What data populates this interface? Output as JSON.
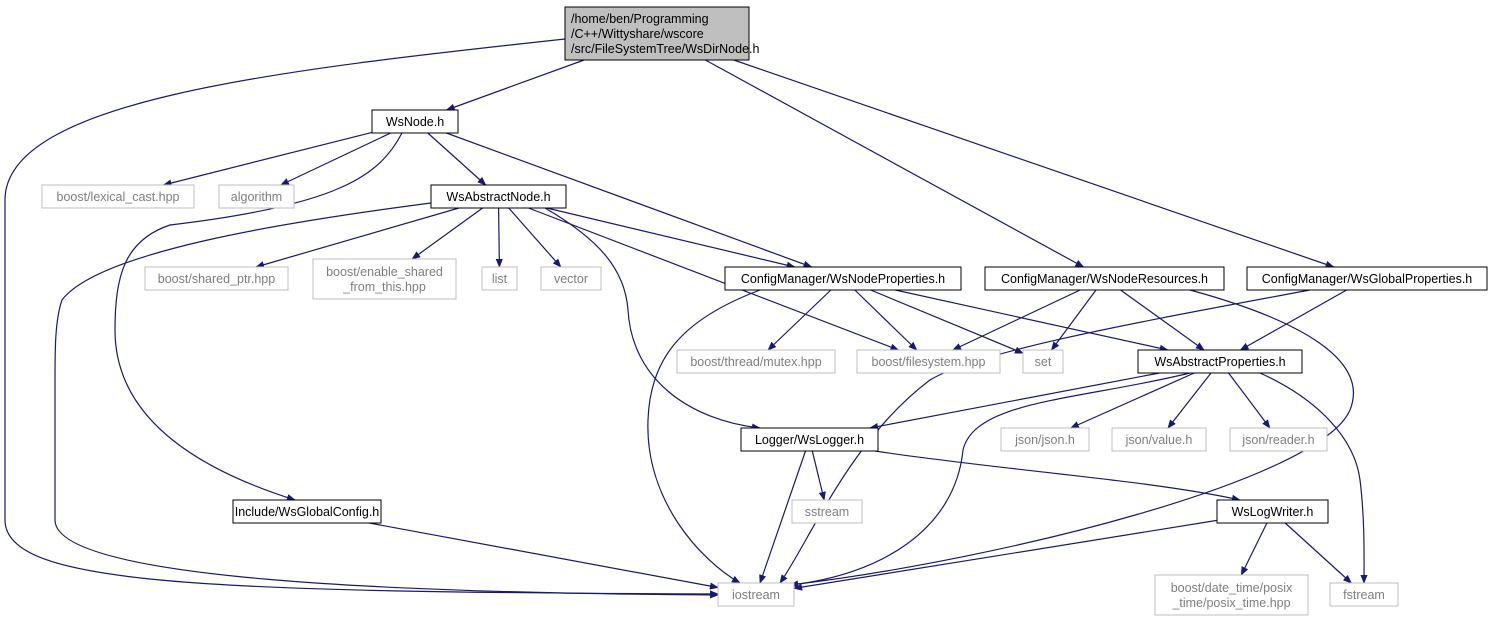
{
  "colors": {
    "edge": "#191970",
    "root_fill": "#bfbfbf",
    "root_stroke": "#000000",
    "doc_stroke": "#000000",
    "sys_stroke": "#bfbfbf",
    "text_main": "#000000",
    "text_sys": "#7f7f7f"
  },
  "nodes": [
    {
      "id": "root",
      "kind": "root",
      "lines": [
        "/home/ben/Programming",
        "/C++/Wittyshare/wscore",
        "/src/FileSystemTree/WsDirNode.h"
      ]
    },
    {
      "id": "wsnode",
      "kind": "doc",
      "lines": [
        "WsNode.h"
      ]
    },
    {
      "id": "lexcast",
      "kind": "sys",
      "lines": [
        "boost/lexical_cast.hpp"
      ]
    },
    {
      "id": "algorithm",
      "kind": "sys",
      "lines": [
        "algorithm"
      ]
    },
    {
      "id": "absnode",
      "kind": "doc",
      "lines": [
        "WsAbstractNode.h"
      ]
    },
    {
      "id": "sharedptr",
      "kind": "sys",
      "lines": [
        "boost/shared_ptr.hpp"
      ]
    },
    {
      "id": "enableshared",
      "kind": "sys",
      "lines": [
        "boost/enable_shared",
        "_from_this.hpp"
      ]
    },
    {
      "id": "list",
      "kind": "sys",
      "lines": [
        "list"
      ]
    },
    {
      "id": "vector",
      "kind": "sys",
      "lines": [
        "vector"
      ]
    },
    {
      "id": "nodeprops",
      "kind": "doc",
      "lines": [
        "ConfigManager/WsNodeProperties.h"
      ]
    },
    {
      "id": "noderes",
      "kind": "doc",
      "lines": [
        "ConfigManager/WsNodeResources.h"
      ]
    },
    {
      "id": "globalprops",
      "kind": "doc",
      "lines": [
        "ConfigManager/WsGlobalProperties.h"
      ]
    },
    {
      "id": "mutex",
      "kind": "sys",
      "lines": [
        "boost/thread/mutex.hpp"
      ]
    },
    {
      "id": "filesystem",
      "kind": "sys",
      "lines": [
        "boost/filesystem.hpp"
      ]
    },
    {
      "id": "set",
      "kind": "sys",
      "lines": [
        "set"
      ]
    },
    {
      "id": "absprops",
      "kind": "doc",
      "lines": [
        "WsAbstractProperties.h"
      ]
    },
    {
      "id": "logger",
      "kind": "doc",
      "lines": [
        "Logger/WsLogger.h"
      ]
    },
    {
      "id": "jsonjson",
      "kind": "sys",
      "lines": [
        "json/json.h"
      ]
    },
    {
      "id": "jsonvalue",
      "kind": "sys",
      "lines": [
        "json/value.h"
      ]
    },
    {
      "id": "jsonreader",
      "kind": "sys",
      "lines": [
        "json/reader.h"
      ]
    },
    {
      "id": "globalconfig",
      "kind": "doc",
      "lines": [
        "Include/WsGlobalConfig.h"
      ]
    },
    {
      "id": "sstream",
      "kind": "sys",
      "lines": [
        "sstream"
      ]
    },
    {
      "id": "logwriter",
      "kind": "doc",
      "lines": [
        "WsLogWriter.h"
      ]
    },
    {
      "id": "iostream",
      "kind": "sys",
      "lines": [
        "iostream"
      ]
    },
    {
      "id": "posixtime",
      "kind": "sys",
      "lines": [
        "boost/date_time/posix",
        "_time/posix_time.hpp"
      ]
    },
    {
      "id": "fstream",
      "kind": "sys",
      "lines": [
        "fstream"
      ]
    }
  ],
  "edges": [
    {
      "from": "root",
      "to": "wsnode"
    },
    {
      "from": "root",
      "to": "iostream"
    },
    {
      "from": "root",
      "to": "noderes"
    },
    {
      "from": "root",
      "to": "globalprops"
    },
    {
      "from": "wsnode",
      "to": "lexcast"
    },
    {
      "from": "wsnode",
      "to": "algorithm"
    },
    {
      "from": "wsnode",
      "to": "absnode"
    },
    {
      "from": "wsnode",
      "to": "nodeprops"
    },
    {
      "from": "wsnode",
      "to": "globalconfig"
    },
    {
      "from": "absnode",
      "to": "sharedptr"
    },
    {
      "from": "absnode",
      "to": "enableshared"
    },
    {
      "from": "absnode",
      "to": "list"
    },
    {
      "from": "absnode",
      "to": "vector"
    },
    {
      "from": "absnode",
      "to": "nodeprops"
    },
    {
      "from": "absnode",
      "to": "filesystem"
    },
    {
      "from": "absnode",
      "to": "logger"
    },
    {
      "from": "absnode",
      "to": "iostream"
    },
    {
      "from": "nodeprops",
      "to": "mutex"
    },
    {
      "from": "nodeprops",
      "to": "filesystem"
    },
    {
      "from": "nodeprops",
      "to": "set"
    },
    {
      "from": "nodeprops",
      "to": "absprops"
    },
    {
      "from": "nodeprops",
      "to": "iostream"
    },
    {
      "from": "noderes",
      "to": "filesystem"
    },
    {
      "from": "noderes",
      "to": "set"
    },
    {
      "from": "noderes",
      "to": "absprops"
    },
    {
      "from": "noderes",
      "to": "iostream"
    },
    {
      "from": "globalprops",
      "to": "absprops"
    },
    {
      "from": "globalprops",
      "to": "iostream"
    },
    {
      "from": "absprops",
      "to": "logger"
    },
    {
      "from": "absprops",
      "to": "jsonjson"
    },
    {
      "from": "absprops",
      "to": "jsonvalue"
    },
    {
      "from": "absprops",
      "to": "jsonreader"
    },
    {
      "from": "absprops",
      "to": "iostream"
    },
    {
      "from": "absprops",
      "to": "fstream"
    },
    {
      "from": "logger",
      "to": "sstream"
    },
    {
      "from": "logger",
      "to": "iostream"
    },
    {
      "from": "logger",
      "to": "logwriter"
    },
    {
      "from": "globalconfig",
      "to": "iostream"
    },
    {
      "from": "logwriter",
      "to": "iostream"
    },
    {
      "from": "logwriter",
      "to": "posixtime"
    },
    {
      "from": "logwriter",
      "to": "fstream"
    }
  ]
}
